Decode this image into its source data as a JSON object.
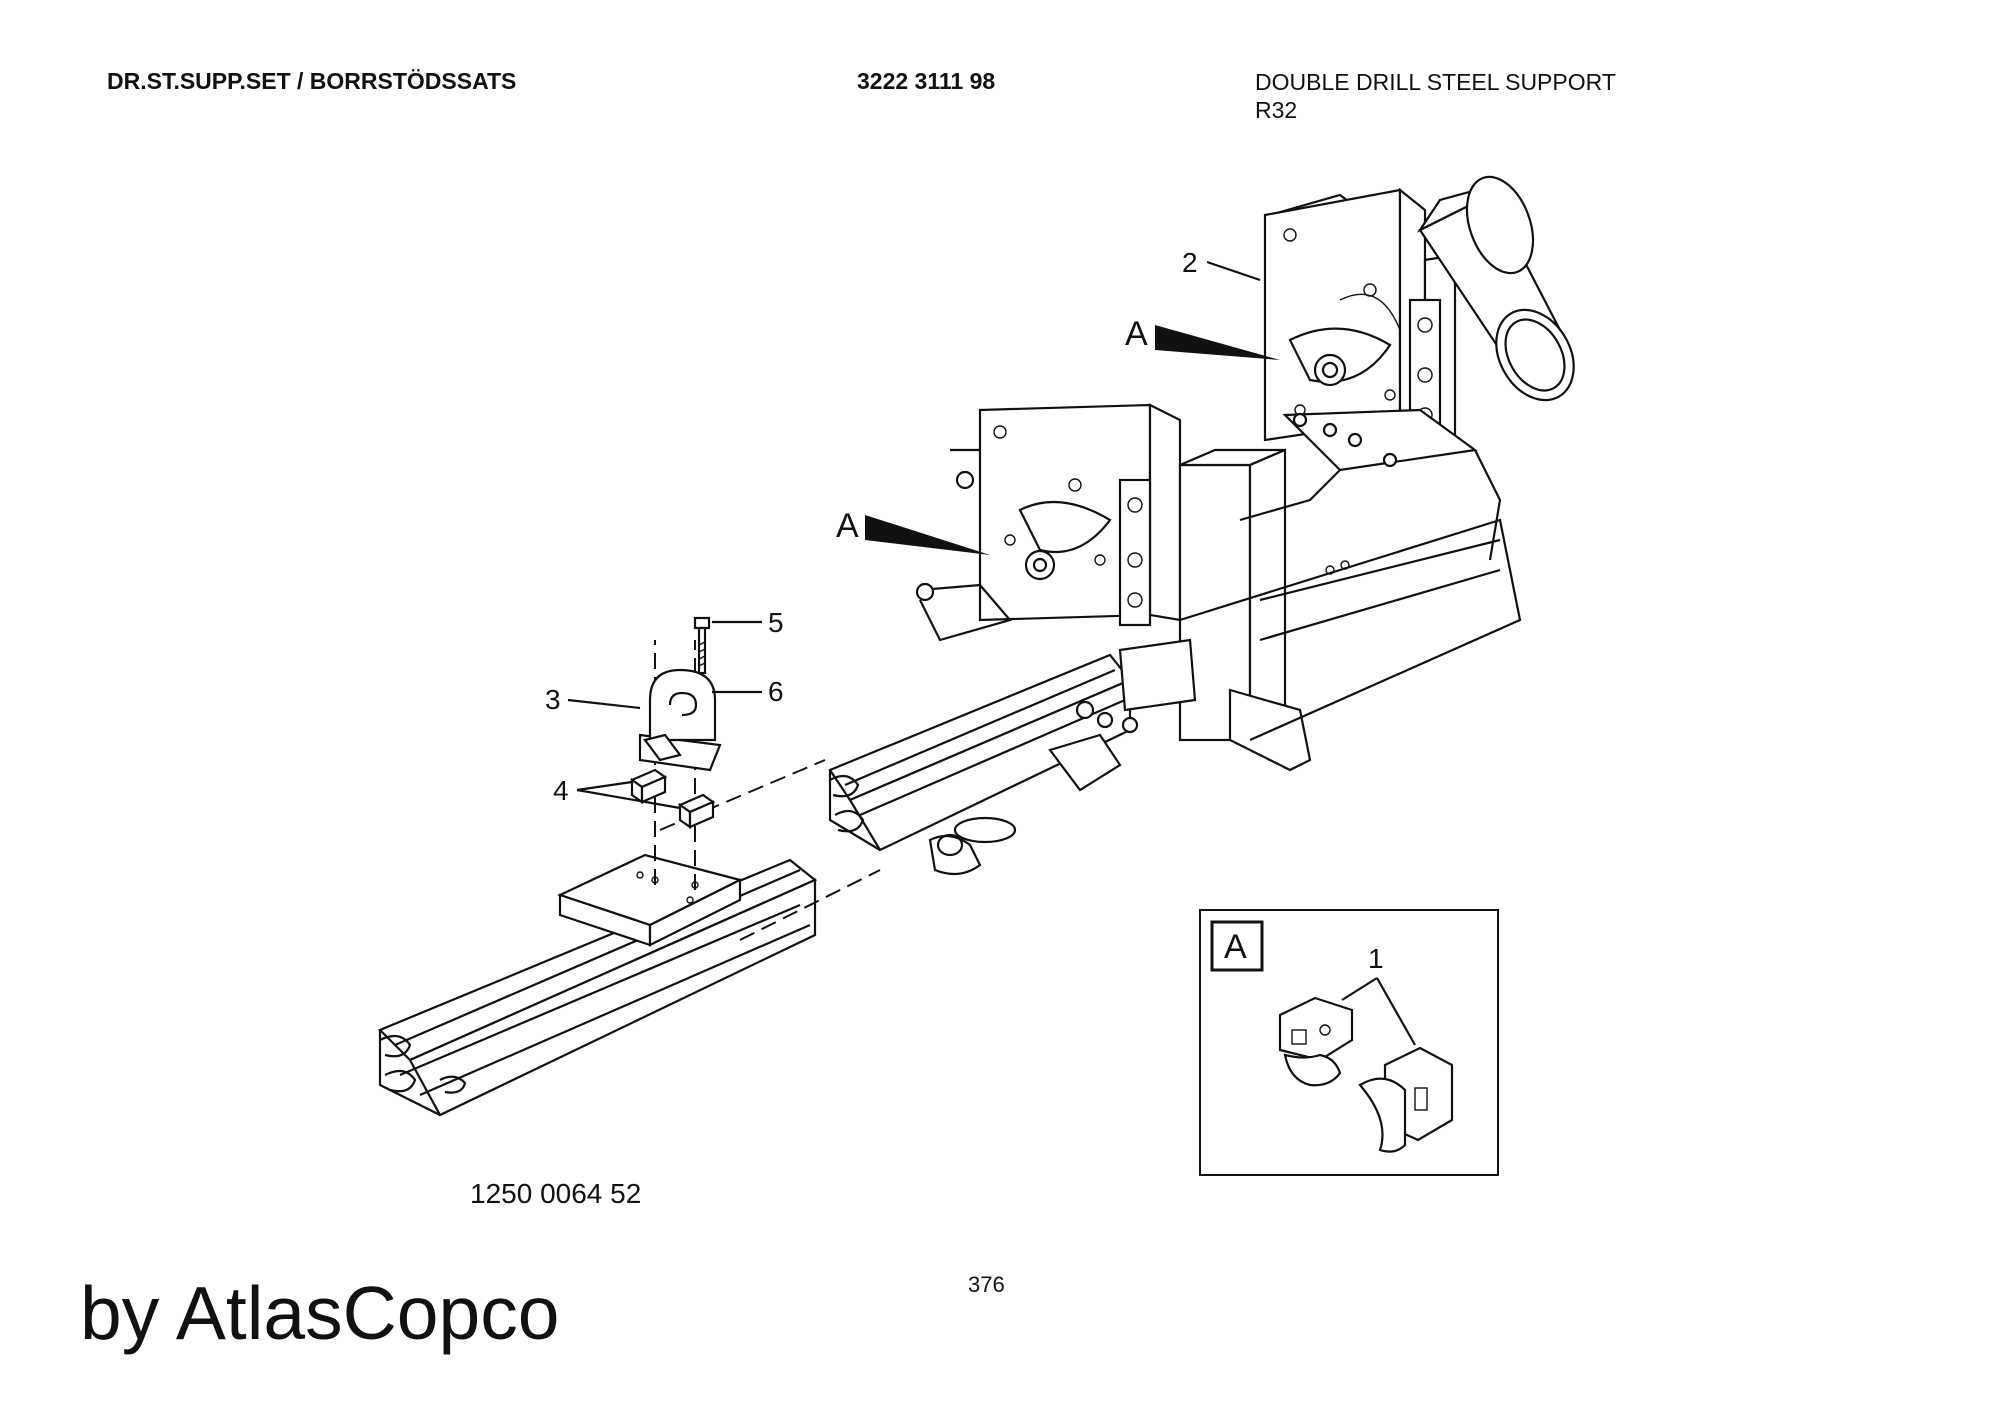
{
  "header": {
    "title_left": "DR.ST.SUPP.SET / BORRSTÖDSSATS",
    "part_number": "3222 3111 98",
    "description_line1": "DOUBLE DRILL STEEL SUPPORT",
    "description_line2": "R32"
  },
  "callouts": {
    "c1": "1",
    "c2": "2",
    "c3": "3",
    "c4": "4",
    "c5": "5",
    "c6": "6",
    "detail_a1": "A",
    "detail_a2": "A",
    "detail_box_label": "A"
  },
  "figure_number": "1250 0064 52",
  "page_number": "376",
  "brand": "by AtlasCopco"
}
